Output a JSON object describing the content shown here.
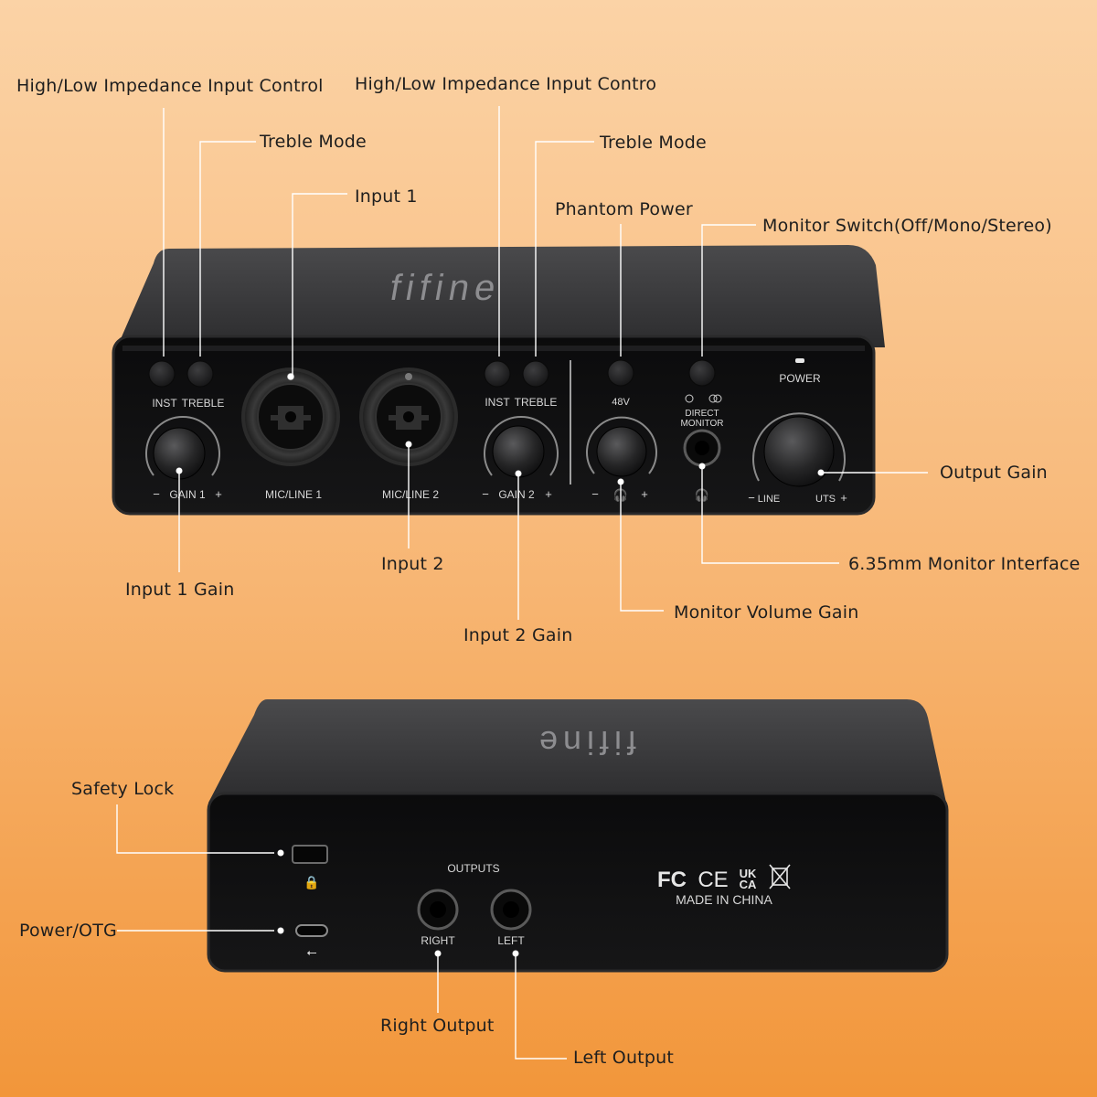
{
  "brand": "fifine",
  "front_panel": {
    "inst_label": "INST",
    "treble_label": "TREBLE",
    "gain1_label": "GAIN 1",
    "gain2_label": "GAIN 2",
    "mic_line_1": "MIC/LINE 1",
    "mic_line_2": "MIC/LINE 2",
    "phantom_label": "48V",
    "direct_monitor_line1": "DIRECT",
    "direct_monitor_line2": "MONITOR",
    "power_label": "POWER",
    "line_outs_left": "LINE",
    "line_outs_right": "UTS",
    "minus": "−",
    "plus": "+"
  },
  "rear_panel": {
    "outputs_label": "OUTPUTS",
    "right_label": "RIGHT",
    "left_label": "LEFT",
    "fc_mark": "FC",
    "ce_mark": "CE",
    "ukca_line1": "UK",
    "ukca_line2": "CA",
    "made_in": "MADE IN CHINA"
  },
  "callouts": {
    "impedance_1": "High/Low Impedance Input Control",
    "treble_1": "Treble Mode",
    "input_1": "Input 1",
    "impedance_2": "High/Low Impedance Input Contro",
    "treble_2": "Treble Mode",
    "phantom_power": "Phantom Power",
    "monitor_switch": "Monitor Switch(Off/Mono/Stereo)",
    "output_gain": "Output Gain",
    "input_2": "Input 2",
    "monitor_interface": "6.35mm Monitor Interface",
    "input_1_gain": "Input 1 Gain",
    "monitor_volume_gain": "Monitor Volume Gain",
    "input_2_gain": "Input 2 Gain",
    "safety_lock": "Safety Lock",
    "power_otg": "Power/OTG",
    "right_output": "Right Output",
    "left_output": "Left Output"
  }
}
